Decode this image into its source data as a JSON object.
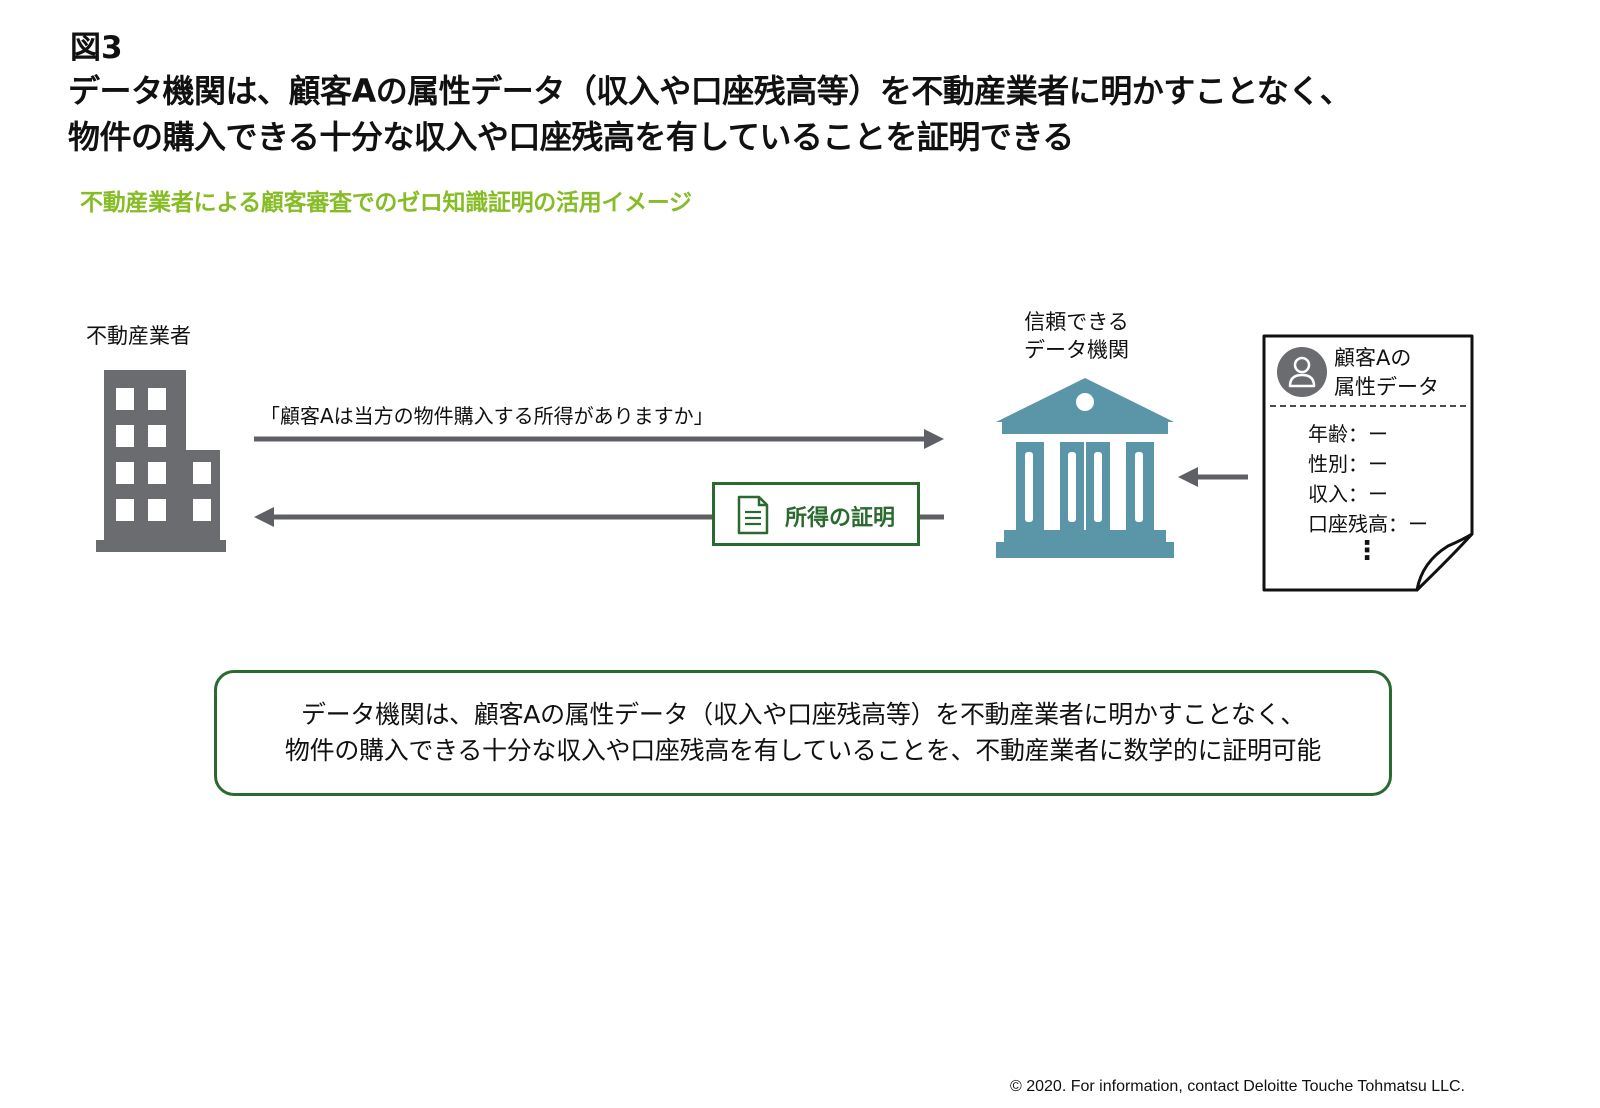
{
  "figure_number": "図3",
  "title_lines": [
    "データ機関は、顧客Aの属性データ（収入や口座残高等）を不動産業者に明かすことなく、",
    "物件の購入できる十分な収入や口座残高を有していることを証明できる"
  ],
  "subtitle": "不動産業者による顧客審査でのゼロ知識証明の活用イメージ",
  "real_estate_label": "不動産業者",
  "institution_label_lines": [
    "信頼できる",
    "データ機関"
  ],
  "request_message": "「顧客Aは当方の物件購入する所得がありますか」",
  "proof_badge_label": "所得の証明",
  "customer_card": {
    "title_lines": [
      "顧客Aの",
      "属性データ"
    ],
    "rows": [
      "年齢：ー",
      "性別：ー",
      "収入：ー",
      "口座残高：ー"
    ],
    "ellipsis": "⋮"
  },
  "summary_lines": [
    "データ機関は、顧客Aの属性データ（収入や口座残高等）を不動産業者に明かすことなく、",
    "物件の購入できる十分な収入や口座残高を有していることを、不動産業者に数学的に証明可能"
  ],
  "footer": "© 2020. For information, contact Deloitte Touche Tohmatsu LLC.",
  "colors": {
    "accent_green": "#86bc25",
    "dark_green": "#2b6a2e",
    "building_gray": "#6b6c70",
    "institution_teal": "#5a96a8",
    "arrow_gray": "#5f6065"
  }
}
